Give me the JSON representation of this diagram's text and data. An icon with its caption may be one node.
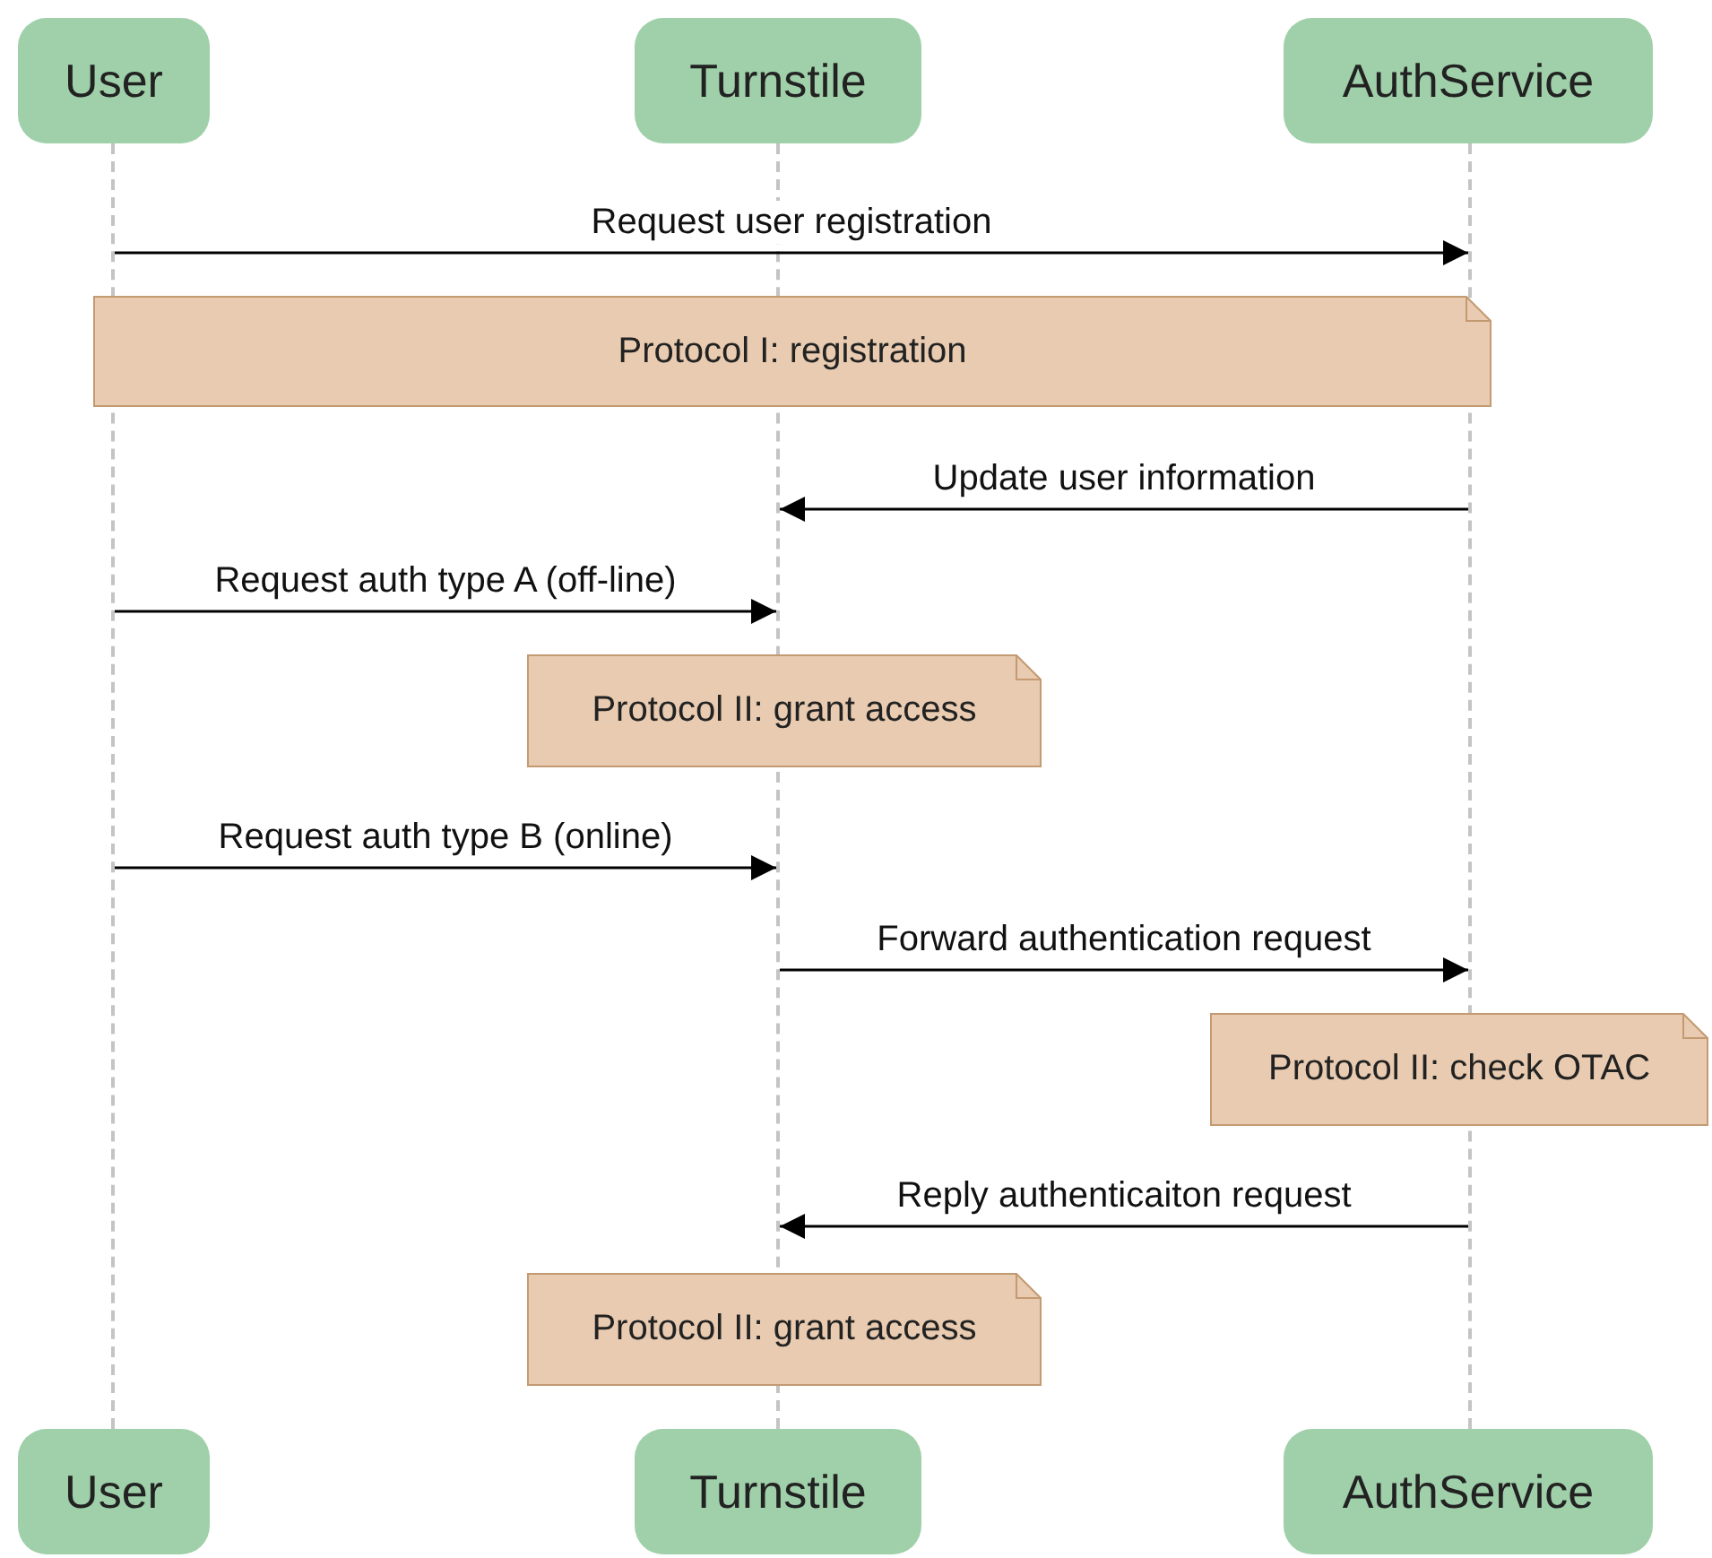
{
  "diagram": {
    "nodes": [
      {
        "text": [
          "User"
        ]
      },
      {
        "text": [
          "Turnstile"
        ]
      },
      {
        "text": [
          "AuthService"
        ]
      },
      {
        "text": [
          "Protocol I: registration"
        ]
      },
      {
        "text": [
          "Protocol II: grant access"
        ]
      },
      {
        "text": [
          "Protocol II: check OTAC"
        ]
      },
      {
        "text": [
          "Protocol II: grant access"
        ]
      },
      {
        "text": [
          "User"
        ]
      },
      {
        "text": [
          "Turnstile"
        ]
      },
      {
        "text": [
          "AuthService"
        ]
      },
      {
        "text": [],
        "shape": "line"
      },
      {
        "text": [],
        "shape": "line"
      },
      {
        "text": [],
        "shape": "line"
      }
    ],
    "edges": [
      {
        "from": 10,
        "to": 12,
        "arrow": "to",
        "label": "Request user registration"
      },
      {
        "from": 12,
        "to": 11,
        "arrow": "to",
        "label": "Update user information"
      },
      {
        "from": 10,
        "to": 11,
        "arrow": "to",
        "label": "Request auth type A (off-line)"
      },
      {
        "from": 10,
        "to": 11,
        "arrow": "to",
        "label": "Request auth type B (online)"
      },
      {
        "from": 11,
        "to": 12,
        "arrow": "to",
        "label": "Forward authentication request"
      },
      {
        "from": 12,
        "to": 11,
        "arrow": "to",
        "label": "Reply authenticaiton request"
      }
    ]
  }
}
